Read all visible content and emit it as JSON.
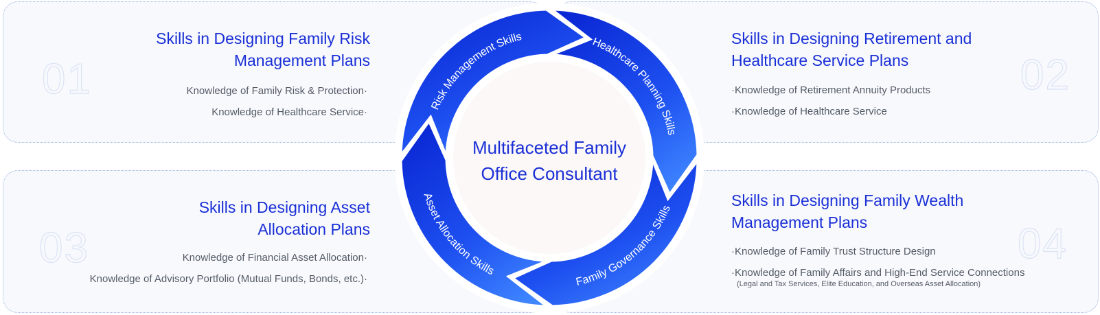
{
  "center": {
    "line1": "Multifaceted Family",
    "line2": "Office Consultant"
  },
  "ring": {
    "segments": [
      {
        "label": "Risk Management Skills"
      },
      {
        "label": "Healthcare Planning Skills"
      },
      {
        "label": "Family Governance Skills"
      },
      {
        "label": "Asset Allocation Skills"
      }
    ],
    "colors": {
      "deep": "#0b2ad6",
      "mid": "#1d4ff0",
      "light": "#3f86ff"
    }
  },
  "cards": [
    {
      "number": "01",
      "title_line1": "Skills in Designing Family Risk",
      "title_line2": "Management Plans",
      "items": [
        "Knowledge of Family Risk & Protection",
        "Knowledge of Healthcare Service"
      ]
    },
    {
      "number": "02",
      "title_line1": "Skills in Designing Retirement and",
      "title_line2": "Healthcare Service Plans",
      "items": [
        "Knowledge of Retirement Annuity Products",
        "Knowledge of Healthcare Service"
      ]
    },
    {
      "number": "03",
      "title_line1": "Skills in Designing Asset",
      "title_line2": "Allocation Plans",
      "items": [
        "Knowledge of Financial Asset Allocation",
        "Knowledge of Advisory Portfolio (Mutual Funds, Bonds, etc.)"
      ]
    },
    {
      "number": "04",
      "title_line1": "Skills in Designing Family Wealth",
      "title_line2": "Management Plans",
      "items": [
        "Knowledge of Family Trust Structure Design",
        "Knowledge of Family Affairs and High-End Service Connections"
      ],
      "note": "(Legal and Tax Services, Elite Education, and Overseas Asset Allocation)"
    }
  ],
  "bullet": "·"
}
